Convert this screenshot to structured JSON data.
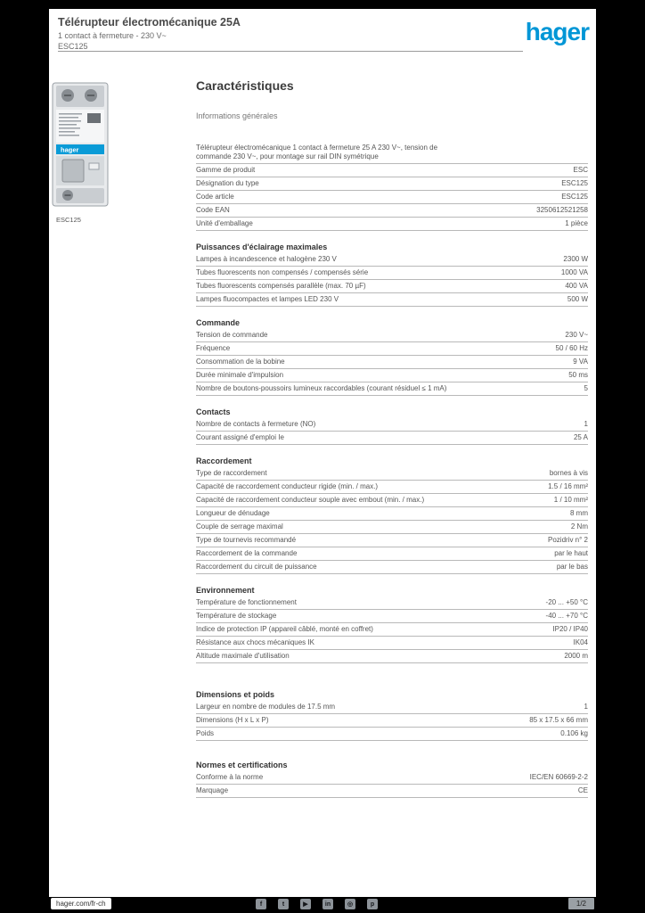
{
  "page": {
    "header": {
      "title": "Télérupteur électromécanique 25A",
      "subtitle": "1 contact à fermeture - 230 V~",
      "reference": "ESC125",
      "logo_text": "hager"
    },
    "product": {
      "caption": "ESC125",
      "device_brand": "hager"
    },
    "content": {
      "heading": "Caractéristiques",
      "subheading": "Informations générales",
      "sections": [
        {
          "title": "",
          "rows": [
            {
              "label": "Télérupteur électromécanique 1 contact à fermeture 25 A 230 V~, tension de commande 230 V~, pour montage sur rail DIN symétrique",
              "value": ""
            },
            {
              "label": "Gamme de produit",
              "value": "ESC"
            },
            {
              "label": "Désignation du type",
              "value": "ESC125"
            },
            {
              "label": "Code article",
              "value": "ESC125"
            },
            {
              "label": "Code EAN",
              "value": "3250612521258"
            },
            {
              "label": "Unité d'emballage",
              "value": "1 pièce"
            }
          ]
        },
        {
          "title": "Puissances d'éclairage maximales",
          "rows": [
            {
              "label": "Lampes à incandescence et halogène 230 V",
              "value": "2300 W"
            },
            {
              "label": "Tubes fluorescents non compensés / compensés série",
              "value": "1000 VA"
            },
            {
              "label": "Tubes fluorescents compensés parallèle (max. 70 µF)",
              "value": "400 VA"
            },
            {
              "label": "Lampes fluocompactes et lampes LED 230 V",
              "value": "500 W"
            }
          ]
        },
        {
          "title": "Commande",
          "rows": [
            {
              "label": "Tension de commande",
              "value": "230 V~"
            },
            {
              "label": "Fréquence",
              "value": "50 / 60 Hz"
            },
            {
              "label": "Consommation de la bobine",
              "value": "9 VA"
            },
            {
              "label": "Durée minimale d'impulsion",
              "value": "50 ms"
            },
            {
              "label": "Nombre de boutons-poussoirs lumineux raccordables (courant résiduel ≤ 1 mA)",
              "value": "5"
            }
          ]
        },
        {
          "title": "Contacts",
          "rows": [
            {
              "label": "Nombre de contacts à fermeture (NO)",
              "value": "1"
            },
            {
              "label": "Courant assigné d'emploi Ie",
              "value": "25 A"
            }
          ]
        },
        {
          "title": "Raccordement",
          "rows": [
            {
              "label": "Type de raccordement",
              "value": "bornes à vis"
            },
            {
              "label": "Capacité de raccordement conducteur rigide (min. / max.)",
              "value": "1.5 / 16 mm²"
            },
            {
              "label": "Capacité de raccordement conducteur souple avec embout (min. / max.)",
              "value": "1 / 10 mm²"
            },
            {
              "label": "Longueur de dénudage",
              "value": "8 mm"
            },
            {
              "label": "Couple de serrage maximal",
              "value": "2 Nm"
            },
            {
              "label": "Type de tournevis recommandé",
              "value": "Pozidriv n° 2"
            },
            {
              "label": "Raccordement de la commande",
              "value": "par le haut"
            },
            {
              "label": "Raccordement du circuit de puissance",
              "value": "par le bas"
            }
          ]
        },
        {
          "title": "Environnement",
          "rows": [
            {
              "label": "Température de fonctionnement",
              "value": "-20 ... +50 °C"
            },
            {
              "label": "Température de stockage",
              "value": "-40 ... +70 °C"
            },
            {
              "label": "Indice de protection IP (appareil câblé, monté en coffret)",
              "value": "IP20 / IP40"
            },
            {
              "label": "Résistance aux chocs mécaniques IK",
              "value": "IK04"
            },
            {
              "label": "Altitude maximale d'utilisation",
              "value": "2000 m"
            }
          ]
        },
        {
          "title": "Dimensions et poids",
          "rows": [
            {
              "label": "Largeur en nombre de modules de 17.5 mm",
              "value": "1"
            },
            {
              "label": "Dimensions (H x L x P)",
              "value": "85 x 17.5 x 66 mm"
            },
            {
              "label": "Poids",
              "value": "0.106 kg"
            }
          ]
        },
        {
          "title": "Normes et certifications",
          "rows": [
            {
              "label": "Conforme à la norme",
              "value": "IEC/EN 60669-2-2"
            },
            {
              "label": "Marquage",
              "value": "CE"
            }
          ]
        }
      ]
    },
    "footer": {
      "website": "hager.com/fr-ch",
      "page_indicator": "1/2",
      "icons": [
        {
          "name": "facebook-icon",
          "glyph": "f"
        },
        {
          "name": "twitter-icon",
          "glyph": "t"
        },
        {
          "name": "youtube-icon",
          "glyph": "▶"
        },
        {
          "name": "linkedin-icon",
          "glyph": "in"
        },
        {
          "name": "instagram-icon",
          "glyph": "◎"
        },
        {
          "name": "pinterest-icon",
          "glyph": "p"
        }
      ]
    },
    "colors": {
      "brand_blue": "#0096d6",
      "device_blue": "#0a9bd7",
      "text_grey": "#555555",
      "line_grey": "#b9b9b9"
    }
  }
}
